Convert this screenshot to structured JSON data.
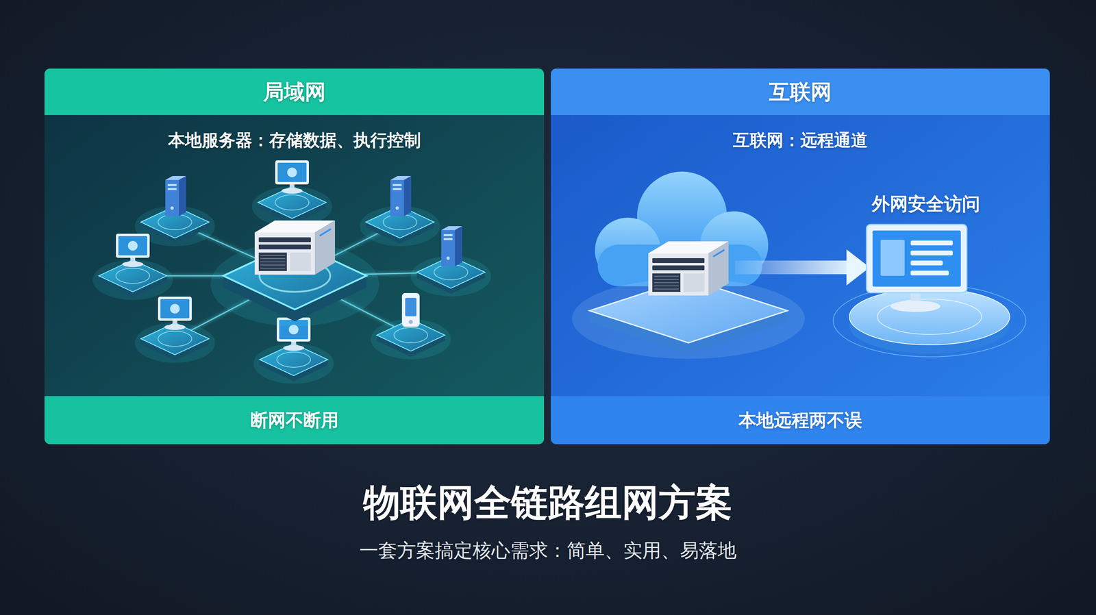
{
  "diagram": {
    "title": "物联网全链路组网方案",
    "caption": "一套方案搞定核心需求：简单、实用、易落地",
    "nodes": [
      {
        "text": [
          "局域网",
          "本地服务器：存储数据、执行控制"
        ]
      },
      {
        "text": [
          "断网不断用"
        ],
        "in": 0
      },
      {
        "text": [
          "互联网",
          "互联网：远程通道"
        ]
      },
      {
        "text": [
          "外网安全访问"
        ],
        "in": 2
      },
      {
        "text": [
          "本地远程两不误"
        ],
        "in": 2
      }
    ]
  }
}
